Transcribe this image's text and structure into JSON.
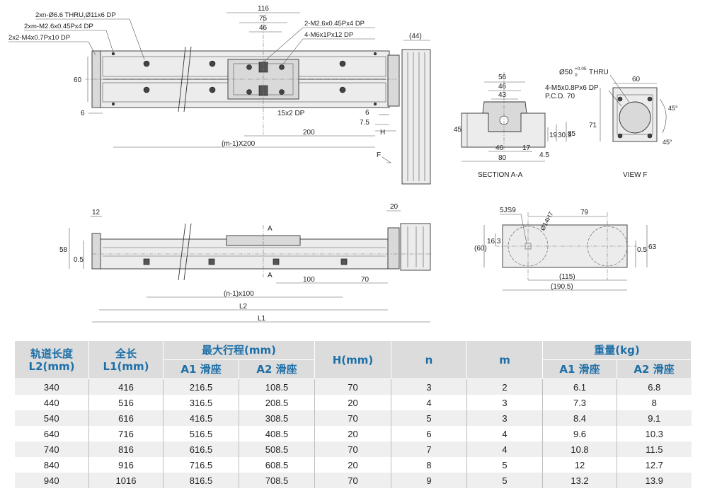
{
  "top_view": {
    "callouts": [
      "2xn-Ø6.6 THRU,Ø11x6 DP",
      "2xm-M2.6x0.45Px4 DP",
      "2x2-M4x0.7Px10 DP"
    ],
    "slider_callouts": [
      "2-M2.6x0.45Px4 DP",
      "4-M6x1Px12 DP"
    ],
    "dims": {
      "d116": "116",
      "d75": "75",
      "d46": "46",
      "d44": "(44)",
      "d60": "60",
      "d6l": "6",
      "d15x2": "15x2 DP",
      "d6r": "6",
      "d75r": "7.5",
      "dH": "H",
      "d200": "200",
      "dpitch": "(m-1)X200",
      "dF": "F"
    }
  },
  "section_aa": {
    "title": "SECTION A-A",
    "dims": {
      "d56": "56",
      "d46t": "46",
      "d43": "43",
      "d45": "45",
      "d19": "19",
      "d305": "30.5",
      "d35": "35",
      "d46b": "46",
      "d17": "17",
      "d80": "80",
      "d45b": "4.5"
    }
  },
  "view_f": {
    "title": "VIEW F",
    "callouts": {
      "bore": "Ø50",
      "tol_up": "+0.05",
      "tol_lo": "0",
      "thru": "THRU",
      "m5": "4-M5x0.8Px6 DP",
      "pcd": "P.C.D. 70"
    },
    "dims": {
      "d60": "60",
      "d71": "71",
      "a45a": "45°",
      "a45b": "45°"
    }
  },
  "side_view": {
    "dims": {
      "d12": "12",
      "d20": "20",
      "d58": "58",
      "d05": "0.5",
      "dA1": "A",
      "dA2": "A",
      "d100": "100",
      "d70": "70",
      "dn100": "(n-1)x100",
      "dL2": "L2",
      "dL1": "L1"
    }
  },
  "end_view": {
    "dims": {
      "d5js9": "5JS9",
      "dphi14": "Ø14H7",
      "d79": "79",
      "d60p": "(60)",
      "d163": "16.3",
      "d05": "0.5",
      "d63": "63",
      "d115": "(115)",
      "d1905": "(190.5)"
    }
  },
  "table": {
    "headers": {
      "rail_length": "轨道长度\nL2(mm)",
      "total_length": "全长\nL1(mm)",
      "max_stroke": "最大行程(mm)",
      "stroke_a1": "A1 滑座",
      "stroke_a2": "A2 滑座",
      "h": "H(mm)",
      "n": "n",
      "m": "m",
      "weight": "重量(kg)",
      "weight_a1": "A1 滑座",
      "weight_a2": "A2 滑座"
    },
    "rows": [
      [
        "340",
        "416",
        "216.5",
        "108.5",
        "70",
        "3",
        "2",
        "6.1",
        "6.8"
      ],
      [
        "440",
        "516",
        "316.5",
        "208.5",
        "20",
        "4",
        "3",
        "7.3",
        "8"
      ],
      [
        "540",
        "616",
        "416.5",
        "308.5",
        "70",
        "5",
        "3",
        "8.4",
        "9.1"
      ],
      [
        "640",
        "716",
        "516.5",
        "408.5",
        "20",
        "6",
        "4",
        "9.6",
        "10.3"
      ],
      [
        "740",
        "816",
        "616.5",
        "508.5",
        "70",
        "7",
        "4",
        "10.8",
        "11.5"
      ],
      [
        "840",
        "916",
        "716.5",
        "608.5",
        "20",
        "8",
        "5",
        "12",
        "12.7"
      ],
      [
        "940",
        "1016",
        "816.5",
        "708.5",
        "70",
        "9",
        "5",
        "13.2",
        "13.9"
      ]
    ]
  }
}
